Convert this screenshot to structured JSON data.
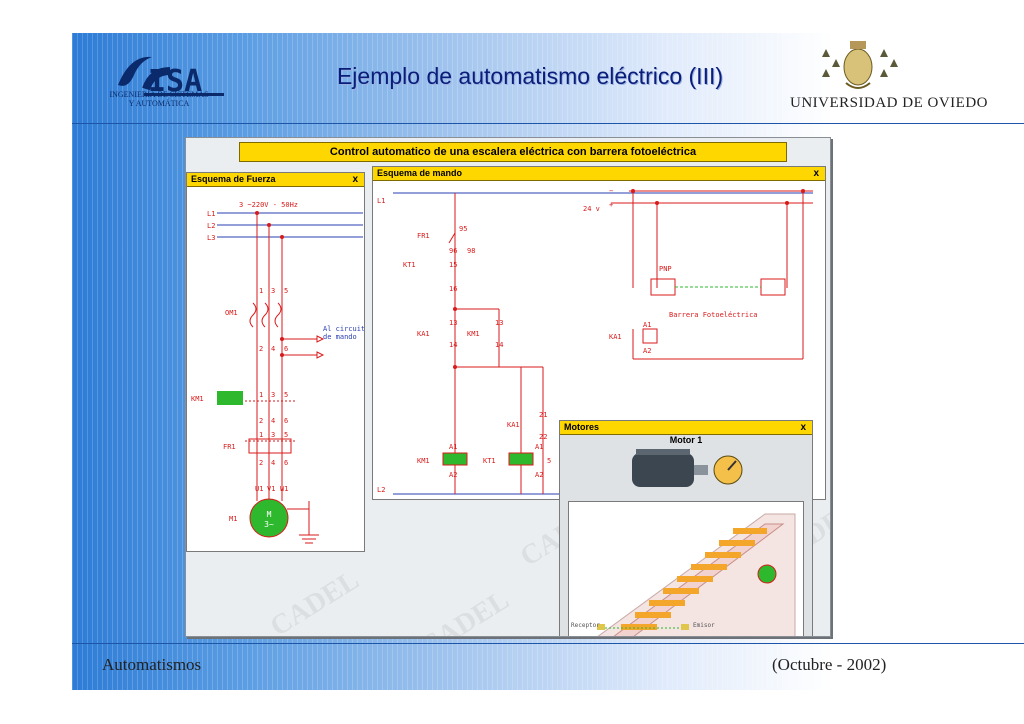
{
  "header": {
    "title": "Ejemplo de automatismo eléctrico (III)",
    "logo_text": "ISA",
    "logo_sub1": "INGENIERÍA DE SISTEMAS",
    "logo_sub2": "Y AUTOMÁTICA",
    "university": "UNIVERSIDAD DE OVIEDO"
  },
  "footer": {
    "left": "Automatismos",
    "right": "(Octubre - 2002)"
  },
  "app": {
    "banner": "Control automatico de una escalera eléctrica con barrera fotoeléctrica",
    "watermark": "CADEL",
    "windows": {
      "fuerza": {
        "title": "Esquema de Fuerza",
        "close": "x"
      },
      "mando": {
        "title": "Esquema de mando",
        "close": "x"
      },
      "motores": {
        "title": "Motores",
        "close": "x",
        "motor_label": "Motor 1"
      }
    },
    "fuerza": {
      "supply": "3 ~220V - 50Hz",
      "l1": "L1",
      "l2": "L2",
      "l3": "L3",
      "om1": "OM1",
      "km1": "KM1",
      "fr1": "FR1",
      "m1": "M1",
      "motor_m": "M",
      "motor_3": "3~",
      "al_circuito_1": "Al circuito",
      "al_circuito_2": "de mando",
      "t_top": [
        "1",
        "3",
        "5"
      ],
      "t_mid": [
        "2",
        "4",
        "6"
      ],
      "t_out": [
        "U1",
        "V1",
        "W1"
      ]
    },
    "mando": {
      "l1": "L1",
      "l2": "L2",
      "v24": "24 v",
      "minus": "−",
      "plus": "+",
      "fr1": "FR1",
      "n95": "95",
      "n96": "96",
      "n98": "98",
      "kt1": "KT1",
      "n15": "15",
      "n16": "16",
      "ka1": "KA1",
      "km1": "KM1",
      "n13": "13",
      "n14": "14",
      "n21": "21",
      "n22": "22",
      "a1": "A1",
      "a2": "A2",
      "kt1b": "KT1",
      "n5": "5",
      "pnp": "PNP",
      "barrera": "Barrera Fotoeléctrica"
    },
    "motores_scene": {
      "receptor": "Receptor",
      "emisor": "Emisor"
    }
  }
}
